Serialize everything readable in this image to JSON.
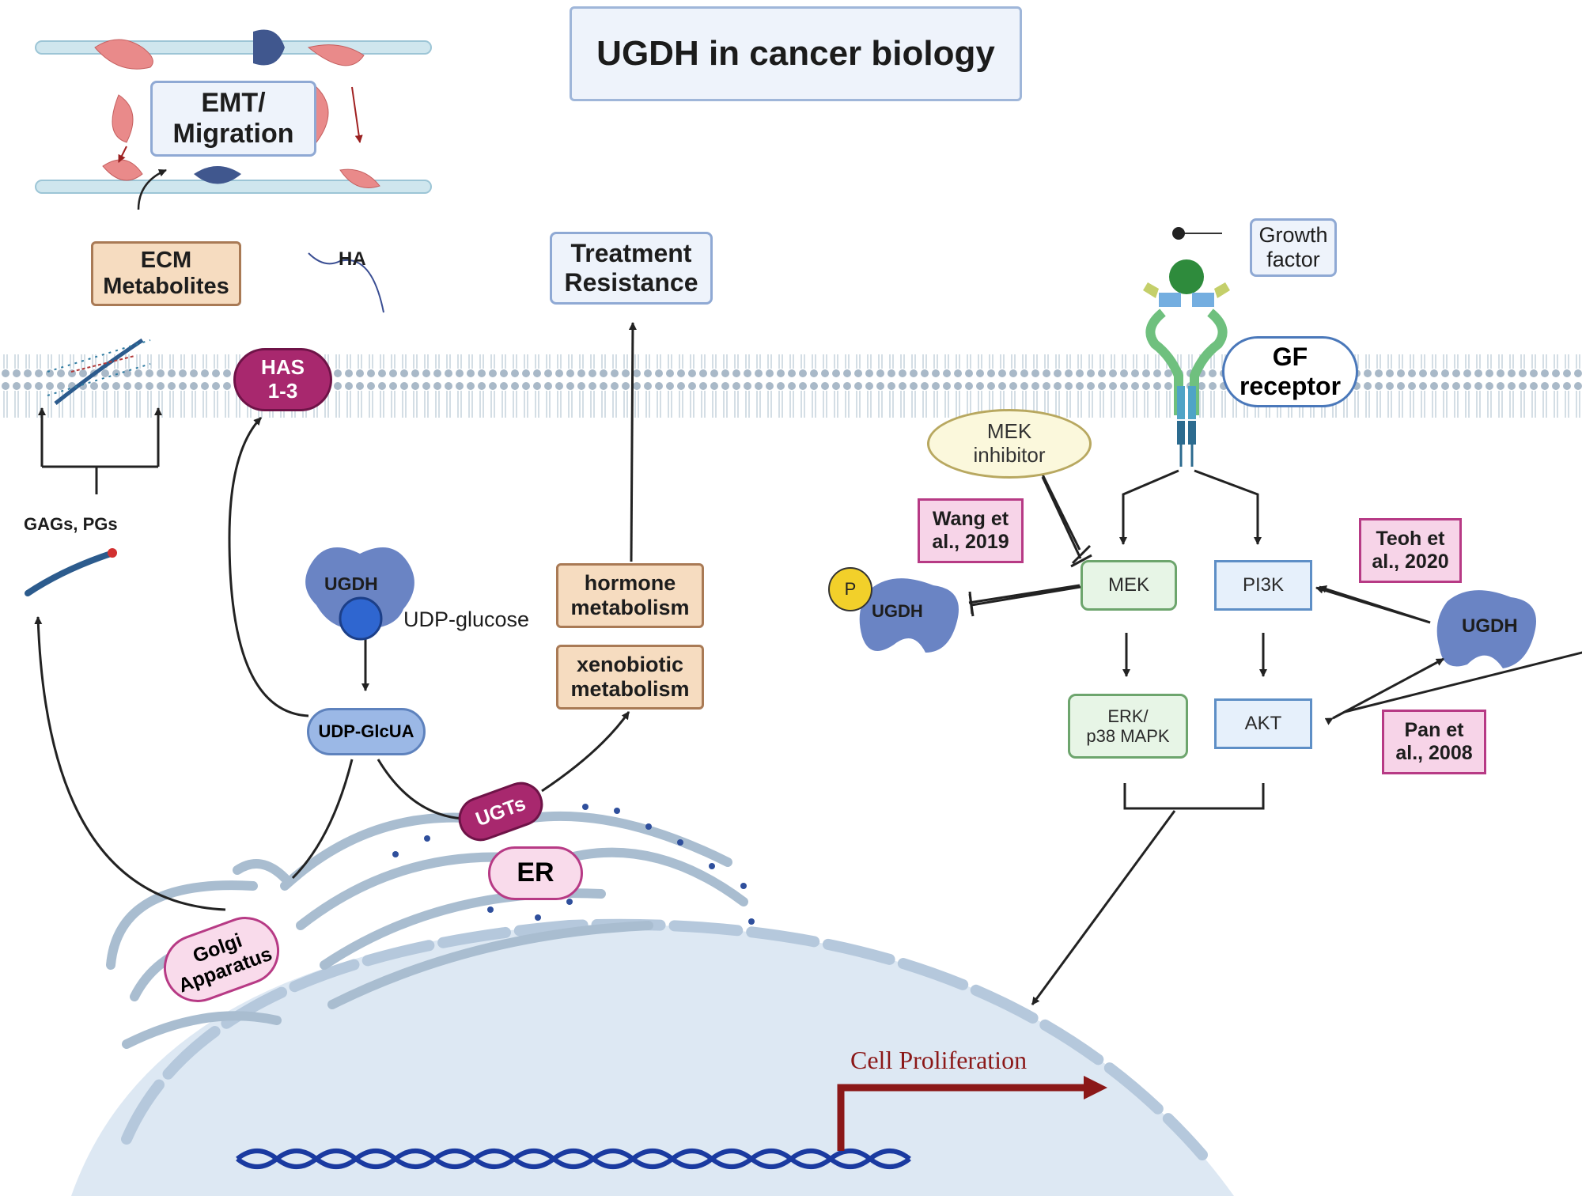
{
  "title": "UGDH in cancer biology",
  "labels": {
    "emt": "EMT/\nMigration",
    "ecm": "ECM\nMetabolites",
    "ha": "HA",
    "treatment": "Treatment\nResistance",
    "growth_factor": "Growth\nfactor",
    "gf_receptor": "GF\nreceptor",
    "has": "HAS\n1-3",
    "gags": "GAGs, PGs",
    "ugdh_center": "UGDH",
    "udp_glucose": "UDP-glucose",
    "udp_glcua": "UDP-GlcUA",
    "hormone": "hormone\nmetabolism",
    "xenobiotic": "xenobiotic\nmetabolism",
    "ugts": "UGTs",
    "er": "ER",
    "golgi": "Golgi\nApparatus",
    "mek_inhibitor": "MEK\ninhibitor",
    "wang": "Wang et\nal., 2019",
    "teoh": "Teoh et\nal., 2020",
    "pan": "Pan et\nal., 2008",
    "p": "P",
    "ugdh_left": "UGDH",
    "ugdh_right": "UGDH",
    "mek": "MEK",
    "pi3k": "PI3K",
    "erk": "ERK/\np38 MAPK",
    "akt": "AKT",
    "cell_prolif": "Cell Proliferation"
  },
  "colors": {
    "membrane": "#a9b9c8",
    "nucleus": "#dde8f3",
    "ugdh_protein": "#6a84c4",
    "has_fill": "#a8286e",
    "dna": "#1a3aa0",
    "prolif_arrow": "#8b1818"
  }
}
